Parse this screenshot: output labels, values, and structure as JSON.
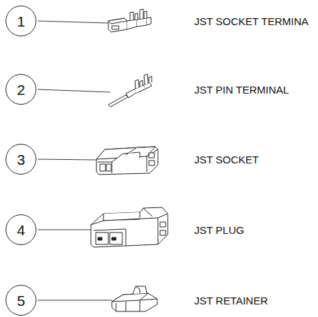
{
  "diagram": {
    "nodes": [
      {
        "text": [
          "1"
        ]
      },
      {
        "text": [
          "2"
        ]
      },
      {
        "text": [
          "3"
        ]
      },
      {
        "text": [
          "4"
        ]
      },
      {
        "text": [
          "5"
        ]
      }
    ],
    "labels": [
      "JST SOCKET TERMINA",
      "JST PIN TERMINAL",
      "JST SOCKET",
      "JST PLUG",
      "JST RETAINER"
    ]
  }
}
